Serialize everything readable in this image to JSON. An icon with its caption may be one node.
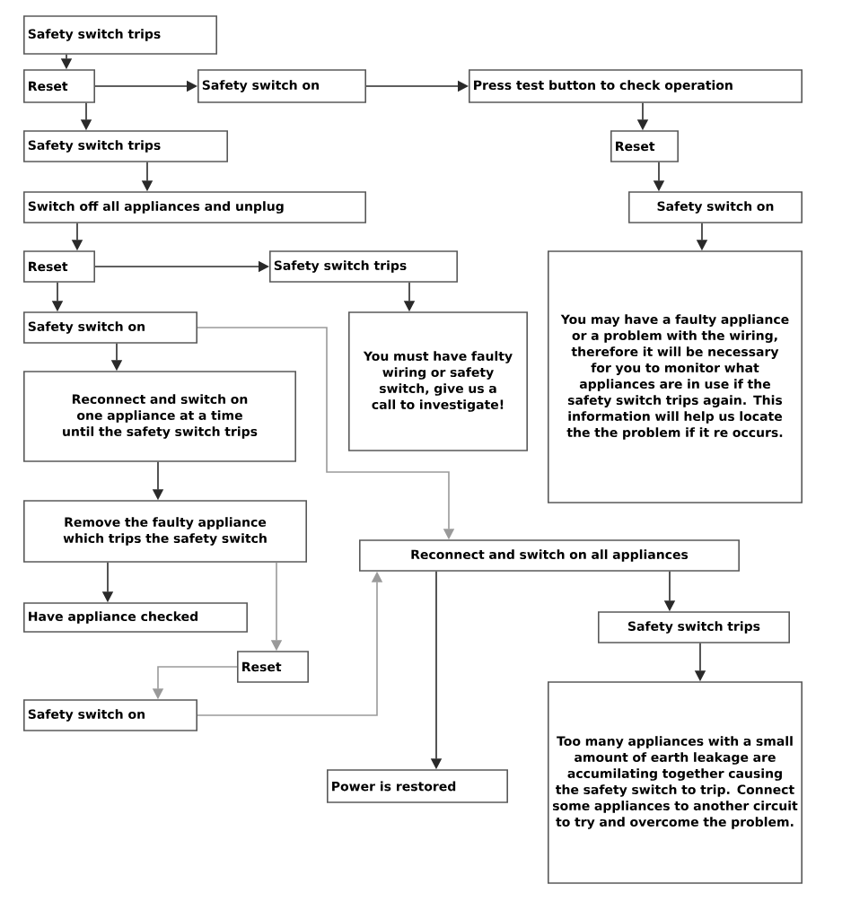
{
  "diagram": {
    "nodes": [
      {
        "text": [
          "Safety switch trips"
        ]
      },
      {
        "text": [
          "Reset"
        ]
      },
      {
        "text": [
          "Safety switch on"
        ]
      },
      {
        "text": [
          "Press test button to check operation"
        ]
      },
      {
        "text": [
          "Safety switch trips"
        ]
      },
      {
        "text": [
          "Reset"
        ]
      },
      {
        "text": [
          "Switch off all appliances and unplug"
        ]
      },
      {
        "text": [
          "Safety switch on"
        ]
      },
      {
        "text": [
          "Reset"
        ]
      },
      {
        "text": [
          "Safety switch trips"
        ]
      },
      {
        "text": [
          "You may have a faulty appliance or a problem with the wiring, therefore it will be necessary for you to monitor what appliances are in use if the safety switch trips again. This information will help us locate the the problem if it re occurs."
        ]
      },
      {
        "text": [
          "Safety switch on"
        ]
      },
      {
        "text": [
          "You must have faulty wiring or safety switch, give us a call to investigate!"
        ]
      },
      {
        "text": [
          "Reconnect and switch on one appliance at a time until the safety switch trips"
        ]
      },
      {
        "text": [
          "Remove the faulty appliance which trips the safety switch"
        ]
      },
      {
        "text": [
          "Reconnect and switch on all appliances"
        ]
      },
      {
        "text": [
          "Have appliance checked"
        ]
      },
      {
        "text": [
          "Reset"
        ]
      },
      {
        "text": [
          "Safety switch trips"
        ]
      },
      {
        "text": [
          "Safety switch on"
        ]
      },
      {
        "text": [
          "Too many appliances with a small amount of earth leakage are accumilating together causing the safety switch to trip. Connect some appliances to another circuit to try and overcome the problem."
        ]
      },
      {
        "text": [
          "Power is restored"
        ]
      }
    ],
    "edges": [
      {
        "from": 0,
        "to": 1,
        "arrow": "to"
      },
      {
        "from": 1,
        "to": 2,
        "arrow": "to"
      },
      {
        "from": 2,
        "to": 3,
        "arrow": "to"
      },
      {
        "from": 1,
        "to": 4,
        "arrow": "to"
      },
      {
        "from": 3,
        "to": 5,
        "arrow": "to"
      },
      {
        "from": 4,
        "to": 6,
        "arrow": "to"
      },
      {
        "from": 5,
        "to": 7,
        "arrow": "to"
      },
      {
        "from": 6,
        "to": 8,
        "arrow": "to"
      },
      {
        "from": 7,
        "to": 10,
        "arrow": "to"
      },
      {
        "from": 8,
        "to": 9,
        "arrow": "to"
      },
      {
        "from": 8,
        "to": 11,
        "arrow": "to"
      },
      {
        "from": 9,
        "to": 12,
        "arrow": "to"
      },
      {
        "from": 11,
        "to": 15,
        "arrow": "to",
        "color": "#9a9a9a"
      },
      {
        "from": 11,
        "to": 13,
        "arrow": "to"
      },
      {
        "from": 13,
        "to": 14,
        "arrow": "to"
      },
      {
        "from": 14,
        "to": 16,
        "arrow": "to"
      },
      {
        "from": 14,
        "to": 17,
        "arrow": "to",
        "color": "#9a9a9a"
      },
      {
        "from": 17,
        "to": 19,
        "arrow": "to",
        "color": "#9a9a9a"
      },
      {
        "from": 19,
        "to": 15,
        "arrow": "to",
        "color": "#9a9a9a"
      },
      {
        "from": 15,
        "to": 21,
        "arrow": "to"
      },
      {
        "from": 15,
        "to": 18,
        "arrow": "to"
      },
      {
        "from": 18,
        "to": 20,
        "arrow": "to"
      }
    ]
  }
}
